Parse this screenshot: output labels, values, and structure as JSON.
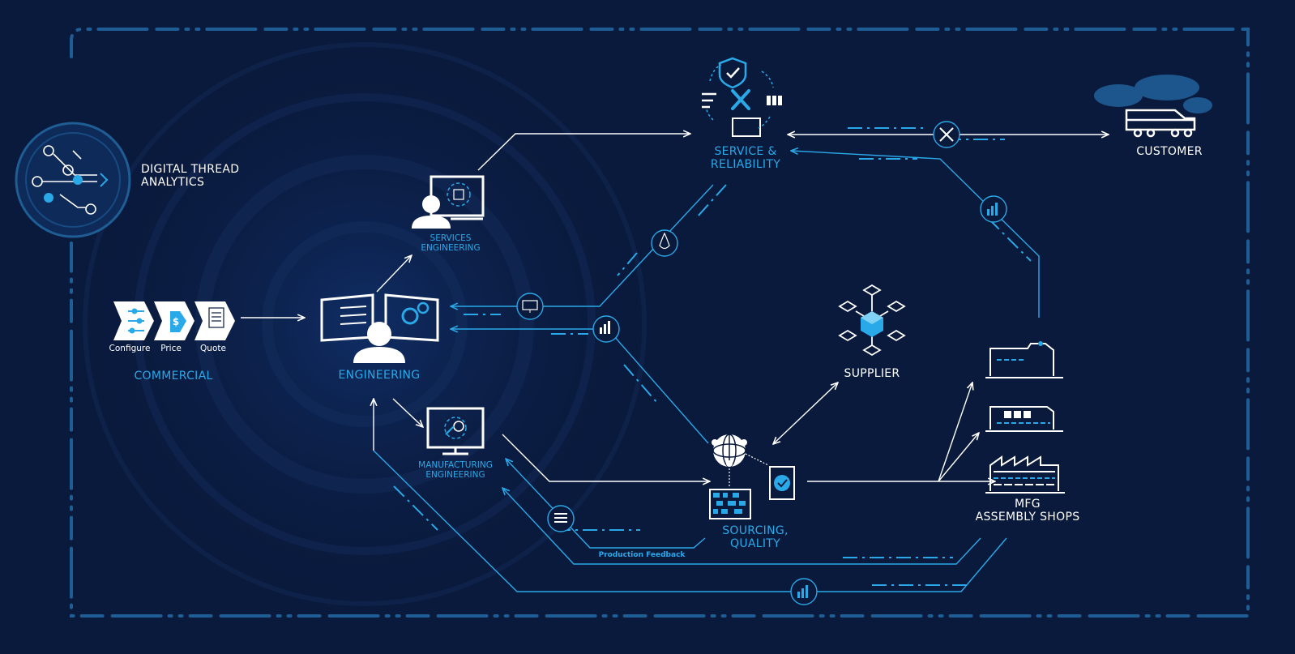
{
  "nodes": {
    "digital_thread": {
      "line1": "DIGITAL THREAD",
      "line2": "ANALYTICS"
    },
    "configure": "Configure",
    "price": "Price",
    "quote": "Quote",
    "commercial": "COMMERCIAL",
    "engineering": "ENGINEERING",
    "services_engineering": {
      "line1": "SERVICES",
      "line2": "ENGINEERING"
    },
    "manufacturing_engineering": {
      "line1": "MANUFACTURING",
      "line2": "ENGINEERING"
    },
    "service_reliability": {
      "line1": "SERVICE &",
      "line2": "RELIABILITY"
    },
    "customer": "CUSTOMER",
    "supplier": "SUPPLIER",
    "sourcing_quality": {
      "line1": "SOURCING,",
      "line2": "QUALITY"
    },
    "mfg_assembly": {
      "line1": "MFG",
      "line2": "ASSEMBLY SHOPS"
    },
    "production_feedback": "Production Feedback"
  },
  "colors": {
    "background": "#0a1a3d",
    "accent_blue": "#2aa9e8",
    "line_white": "#ffffff",
    "frame": "#1f5d95"
  }
}
